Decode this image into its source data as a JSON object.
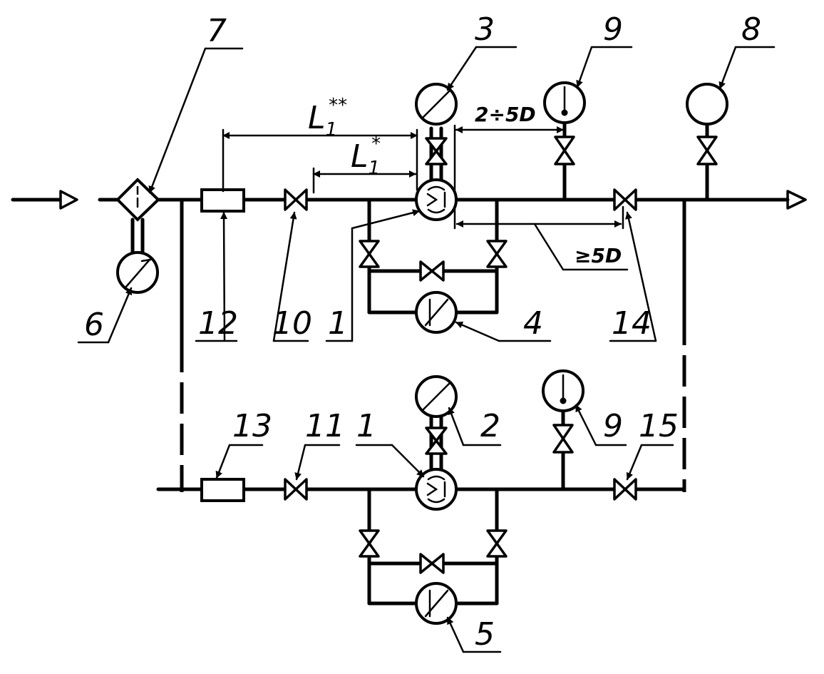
{
  "labels": {
    "l1": "1",
    "l1b": "1",
    "l2": "2",
    "l3": "3",
    "l4": "4",
    "l5": "5",
    "l6": "6",
    "l7": "7",
    "l8": "8",
    "l9a": "9",
    "l9b": "9",
    "l10": "10",
    "l11": "11",
    "l12": "12",
    "l13": "13",
    "l14": "14",
    "l15": "15"
  },
  "dimensions": {
    "l1_double_star": "L",
    "l1_double_star_sub": "1",
    "l1_double_star_sup": "**",
    "l1_star": "L",
    "l1_star_sub": "1",
    "l1_star_sup": "*",
    "range_2_5d": "2÷5D",
    "min_5d": "≥5D"
  }
}
